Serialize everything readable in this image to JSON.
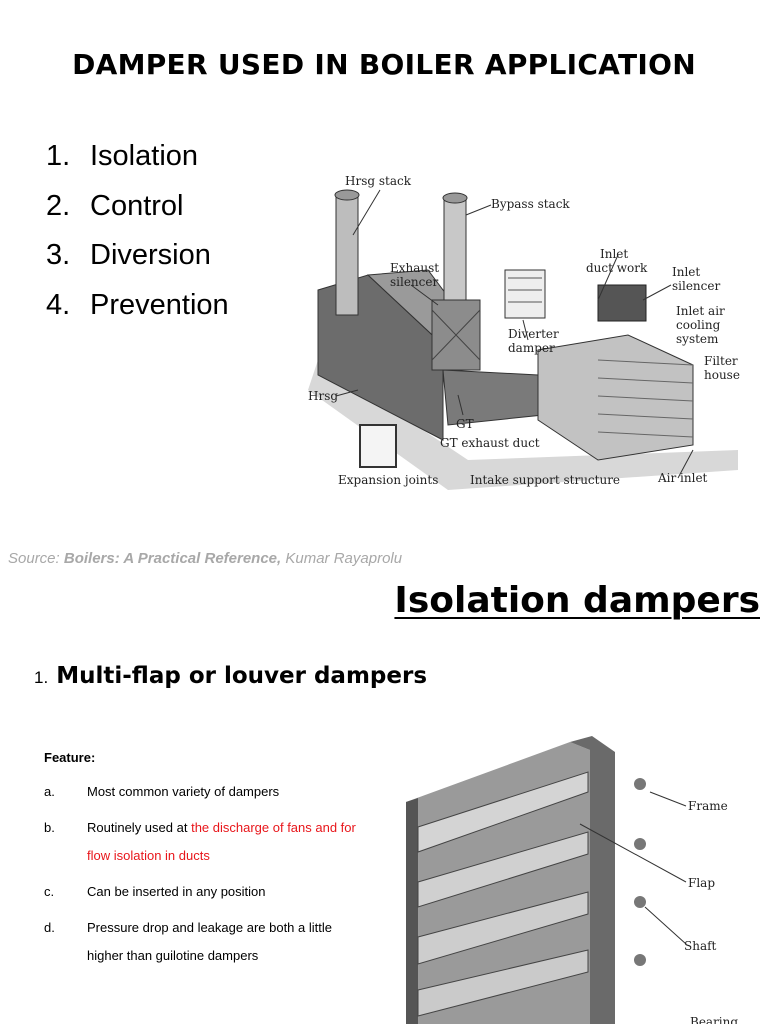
{
  "title": "DAMPER USED IN BOILER APPLICATION",
  "purposes": [
    {
      "num": "1.",
      "label": "Isolation"
    },
    {
      "num": "2.",
      "label": "Control"
    },
    {
      "num": "3.",
      "label": "Diversion"
    },
    {
      "num": "4.",
      "label": "Prevention"
    }
  ],
  "diagram_labels": {
    "hrsg_stack": "Hrsg stack",
    "bypass_stack": "Bypass stack",
    "exhaust_silencer_1": "Exhaust",
    "exhaust_silencer_2": "silencer",
    "inlet_duct_1": "Inlet",
    "inlet_duct_2": "duct work",
    "inlet_silencer_1": "Inlet",
    "inlet_silencer_2": "silencer",
    "inlet_air_1": "Inlet air",
    "inlet_air_2": "cooling",
    "inlet_air_3": "system",
    "diverter_1": "Diverter",
    "diverter_2": "damper",
    "filter_1": "Filter",
    "filter_2": "house",
    "hrsg": "Hrsg",
    "gt": "GT",
    "gt_exhaust_duct": "GT exhaust duct",
    "expansion_joints": "Expansion joints",
    "intake_support": "Intake support structure",
    "air_inlet": "Air inlet"
  },
  "source": {
    "prefix": "Source: ",
    "book": "Boilers: A Practical Reference,",
    "author": " Kumar Rayaprolu"
  },
  "section_title": "Isolation dampers",
  "subsection": {
    "num": "1.",
    "label": "Multi-flap or louver dampers"
  },
  "feature_heading": "Feature:",
  "features": [
    {
      "letter": "a.",
      "text": "Most common variety of dampers"
    },
    {
      "letter": "b.",
      "text_before": "Routinely used at ",
      "text_red": "the discharge of fans and for flow isolation in ducts"
    },
    {
      "letter": "c.",
      "text": "Can be inserted in any position"
    },
    {
      "letter": "d.",
      "text": "Pressure drop and leakage are both a little higher than guilotine dampers"
    }
  ],
  "damper_labels": {
    "frame": "Frame",
    "flap": "Flap",
    "shaft": "Shaft",
    "bearing": "Bearing"
  },
  "colors": {
    "highlight": "#e8161b",
    "source_text": "#a8a8a8"
  }
}
